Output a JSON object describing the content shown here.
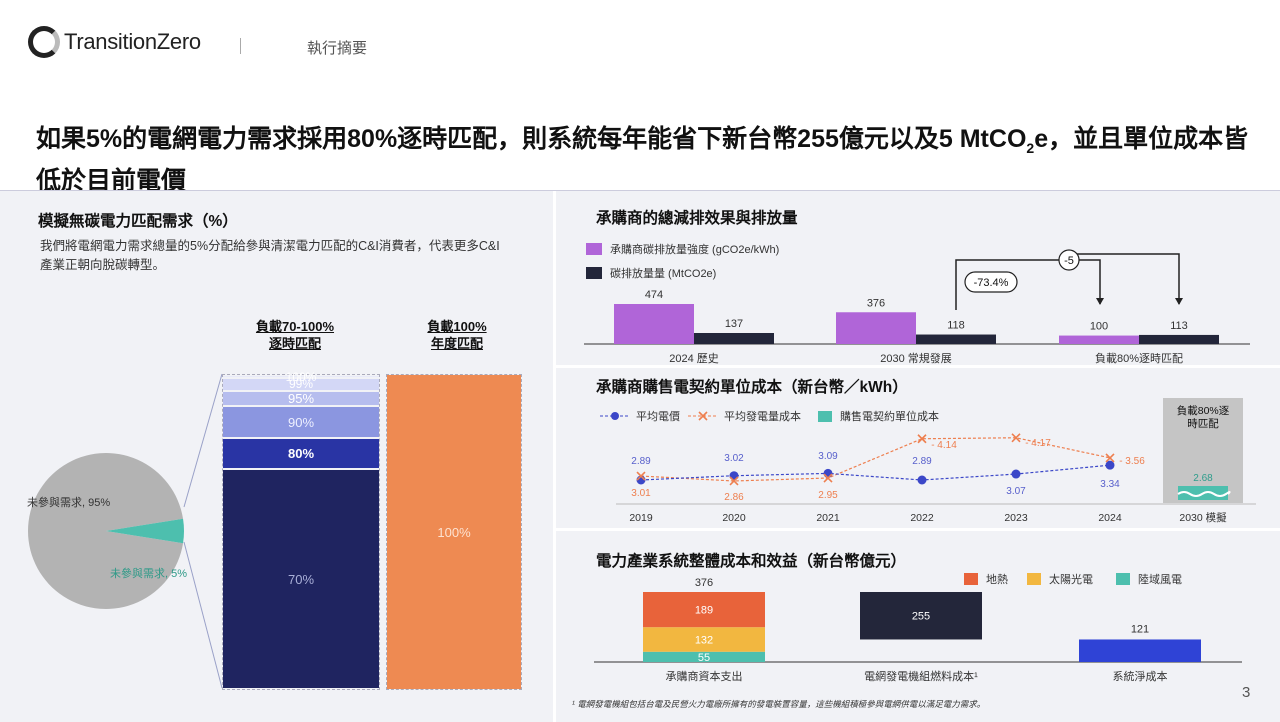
{
  "header": {
    "brand": "TransitionZero",
    "section": "執行摘要",
    "headline_part1": "如果5%的電網電力需求採用80%逐時匹配，則系統每年能省下新台幣255億元以及5 MtCO",
    "headline_sub": "2",
    "headline_part2": "e，並且單位成本皆低於目前電價",
    "page_number": "3"
  },
  "left_panel": {
    "title": "模擬無碳電力匹配需求（%）",
    "subtitle": "我們將電網電力需求總量的5%分配給參與清潔電力匹配的C&I消費者，代表更多C&I產業正朝向脫碳轉型。",
    "pie": {
      "label_large": "未參與需求, 95%",
      "label_small": "未參與需求, 5%",
      "colors": {
        "large": "#b3b3b3",
        "small": "#4dbfae"
      }
    },
    "stack_headers": {
      "hourly": "負載70-100%\n逐時匹配",
      "annual": "負載100%\n年度匹配"
    },
    "hourly_segments": [
      {
        "label": "70%",
        "color": "#1f2460",
        "text_color": "#aab0d8"
      },
      {
        "label": "80%",
        "color": "#2934a4",
        "text_color": "#ffffff"
      },
      {
        "label": "90%",
        "color": "#8b96e0",
        "text_color": "#eef0ff"
      },
      {
        "label": "95%",
        "color": "#b6bdee",
        "text_color": "#ffffff"
      },
      {
        "label": "99%",
        "color": "#d3d7f6",
        "text_color": "#ffffff"
      },
      {
        "label": "100%",
        "color": "#e8eaf9",
        "text_color": "#ffffff"
      }
    ],
    "annual_segment": {
      "label": "100%",
      "color": "#ee8a52",
      "text_color": "#fde2d1"
    }
  },
  "emissions_panel": {
    "title": "承購商的總減排效果與排放量",
    "legend": [
      {
        "label": "承購商碳排放量強度 (gCO2e/kWh)",
        "color": "#b065d8"
      },
      {
        "label": "碳排放量量 (MtCO2e)",
        "color": "#23263a"
      }
    ],
    "annotation_pct": "-73.4%",
    "annotation_abs": "-5"
  },
  "price_panel": {
    "title": "承購商購售電契約單位成本（新台幣／kWh）",
    "legend": [
      {
        "label": "平均電價",
        "color": "#3b47c8"
      },
      {
        "label": "平均發電量成本",
        "color": "#ee7f4f"
      },
      {
        "label": "購售電契約單位成本",
        "color": "#4dbfae"
      }
    ],
    "shaded_label": "負載80%逐\n時匹配"
  },
  "cost_panel": {
    "title": "電力產業系統整體成本和效益（新台幣億元）",
    "legend": [
      {
        "label": "地熱",
        "color": "#e8633a"
      },
      {
        "label": "太陽光電",
        "color": "#f2b740"
      },
      {
        "label": "陸域風電",
        "color": "#4dbfae"
      }
    ],
    "footnote": "¹ 電網發電機組包括台電及民營火力電廠所擁有的發電裝置容量，這些機組積極參與電網供電以滿足電力需求。"
  },
  "chart_data": [
    {
      "type": "pie",
      "labels": [
        "未參與需求",
        "未參與需求"
      ],
      "values": [
        95,
        5
      ],
      "colors": [
        "#b3b3b3",
        "#4dbfae"
      ]
    },
    {
      "type": "bar",
      "categories": [
        "負載70-100%逐時匹配",
        "負載100%年度匹配"
      ],
      "series": [
        {
          "values": [
            70,
            100
          ]
        },
        {
          "values": [
            80,
            null
          ]
        },
        {
          "values": [
            90,
            null
          ]
        },
        {
          "values": [
            95,
            null
          ]
        },
        {
          "values": [
            99,
            null
          ]
        },
        {
          "values": [
            100,
            null
          ]
        }
      ]
    },
    {
      "type": "bar",
      "title": "承購商的總減排效果與排放量",
      "categories": [
        "2024 歷史",
        "2030 常規發展",
        "負載80%逐時匹配"
      ],
      "series": [
        {
          "name": "承購商碳排放量強度 (gCO2e/kWh)",
          "values": [
            474,
            376,
            100
          ],
          "color": "#b065d8"
        },
        {
          "name": "碳排放量量 (MtCO2e)",
          "values": [
            137,
            118,
            113
          ],
          "color": "#23263a"
        }
      ],
      "ylim": [
        0,
        500
      ]
    },
    {
      "type": "line",
      "title": "承購商購售電契約單位成本（新台幣／kWh）",
      "categories": [
        "2019",
        "2020",
        "2021",
        "2022",
        "2023",
        "2024",
        "2030 模擬"
      ],
      "series": [
        {
          "name": "平均電價",
          "values": [
            2.89,
            3.02,
            3.09,
            2.89,
            3.07,
            3.34,
            null
          ],
          "color": "#3b47c8"
        },
        {
          "name": "平均發電量成本",
          "values": [
            3.01,
            2.86,
            2.95,
            4.14,
            4.17,
            3.56,
            null
          ],
          "color": "#ee7f4f"
        },
        {
          "name": "購售電契約單位成本",
          "values": [
            null,
            null,
            null,
            null,
            null,
            null,
            2.68
          ],
          "color": "#4dbfae"
        }
      ],
      "ylim": [
        2.5,
        4.5
      ]
    },
    {
      "type": "bar",
      "title": "電力產業系統整體成本和效益（新台幣億元）",
      "categories": [
        "承購商資本支出",
        "電網發電機組燃料成本¹",
        "系統淨成本"
      ],
      "totals": [
        376,
        255,
        121
      ],
      "series": [
        {
          "name": "陸域風電",
          "values": [
            55,
            null,
            null
          ],
          "color": "#4dbfae"
        },
        {
          "name": "太陽光電",
          "values": [
            132,
            null,
            null
          ],
          "color": "#f2b740"
        },
        {
          "name": "地熱",
          "values": [
            189,
            null,
            null
          ],
          "color": "#e8633a"
        },
        {
          "values": [
            null,
            255,
            null
          ],
          "color": "#23263a"
        },
        {
          "values": [
            null,
            null,
            121
          ],
          "color": "#2f43d6"
        }
      ],
      "ylim": [
        0,
        400
      ]
    }
  ]
}
